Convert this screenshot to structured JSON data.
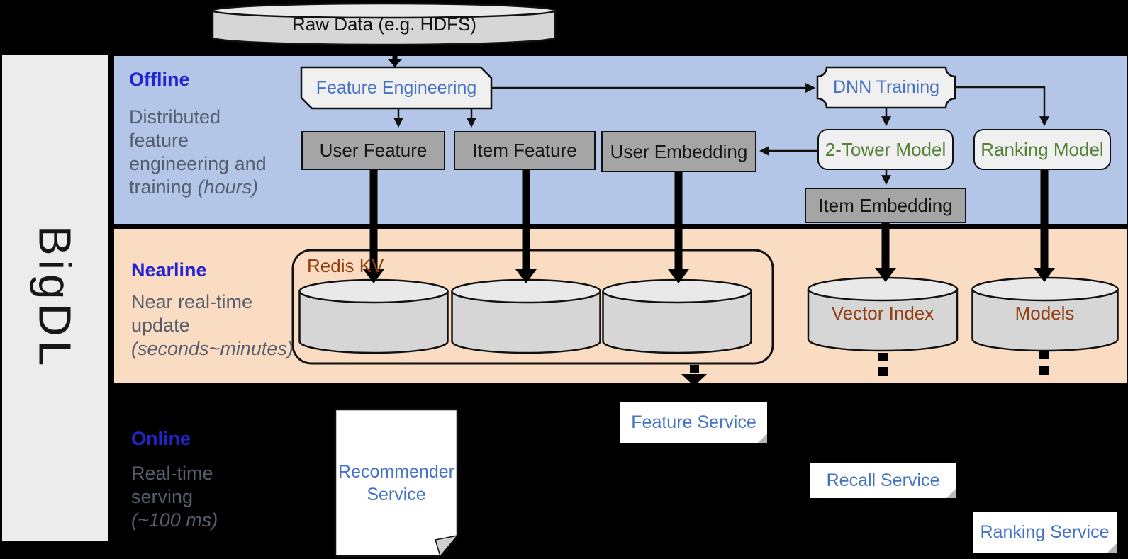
{
  "brand": {
    "name": "BigDL"
  },
  "raw_data": {
    "label": "Raw Data (e.g. HDFS)"
  },
  "bands": {
    "offline": {
      "title": "Offline",
      "desc_lines": [
        "Distributed",
        "feature",
        "engineering and",
        "training"
      ],
      "desc_italic": "(hours)"
    },
    "nearline": {
      "title": "Nearline",
      "desc_lines": [
        "Near real-time",
        "update"
      ],
      "desc_italic": "(seconds~minutes)"
    },
    "online": {
      "title": "Online",
      "desc_lines": [
        "Real-time",
        "serving"
      ],
      "desc_italic": "(~100 ms)"
    }
  },
  "offline_nodes": {
    "feature_engineering": "Feature Engineering",
    "dnn_training": "DNN Training",
    "user_feature": "User Feature",
    "item_feature": "Item Feature",
    "user_embedding": "User Embedding",
    "two_tower_model": "2-Tower Model",
    "ranking_model": "Ranking Model",
    "item_embedding": "Item Embedding"
  },
  "nearline_nodes": {
    "redis_kv": "Redis KV",
    "vector_index": "Vector Index",
    "models": "Models"
  },
  "online_nodes": {
    "recommender_service_line1": "Recommender",
    "recommender_service_line2": "Service",
    "feature_service": "Feature Service",
    "recall_service": "Recall Service",
    "ranking_service": "Ranking Service"
  },
  "colors": {
    "band_offline": "#b3c6e7",
    "band_nearline": "#fadcc2",
    "band_title_blue": "#2424cf",
    "description_gray": "#565e6e",
    "node_label_blue": "#4472c4",
    "model_label_green": "#538135",
    "store_label_brown": "#943f10",
    "gray_box_fill": "#a5a5a5",
    "light_box_fill": "#f0f0f0",
    "background": "#000000"
  }
}
